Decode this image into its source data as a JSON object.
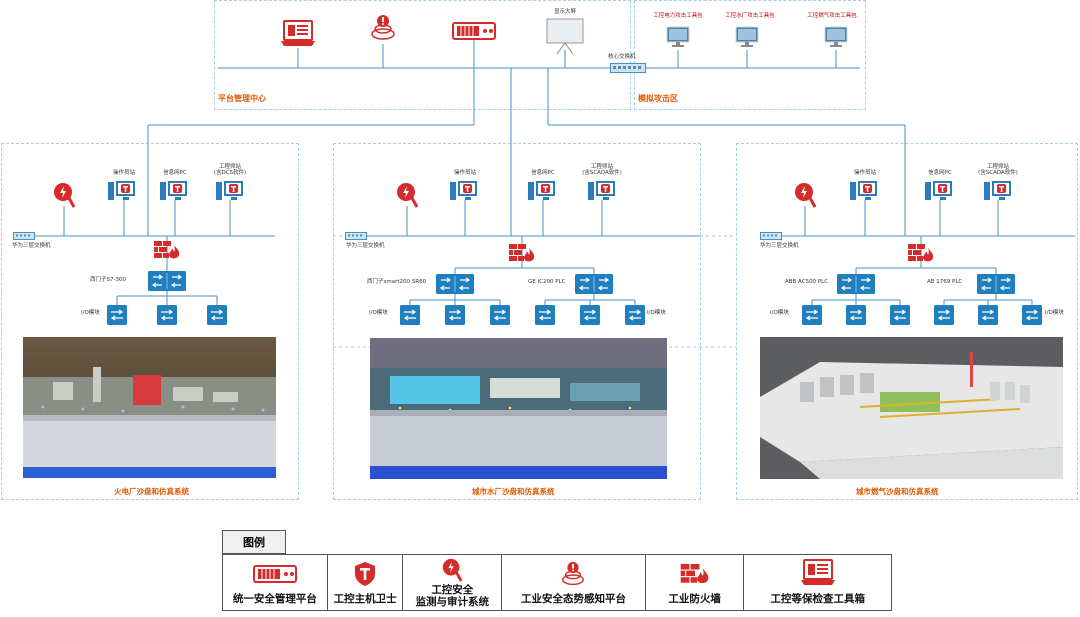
{
  "top": {
    "platform_label": "平台管理中心",
    "attack_label": "模拟攻击区",
    "display_screen": "显示大屏",
    "core_switch": "核心交换机",
    "attack_tools": [
      "工控电力攻击工具包",
      "工控水厂攻击工具包",
      "工控燃气攻击工具包"
    ]
  },
  "plants": [
    {
      "title": "火电厂沙盘和仿真系统",
      "switch": "华为三层交换机",
      "devices": [
        "操作员站",
        "信息网PC",
        "工程师站\n(含DCS软件)"
      ],
      "plc": "西门子S7-300",
      "io": "I/O模块"
    },
    {
      "title": "城市水厂沙盘和仿真系统",
      "switch": "华为三层交换机",
      "devices": [
        "操作员站",
        "信息网PC",
        "工程师站\n(含SCADA软件)"
      ],
      "plc_left": "西门子smart200 SR60",
      "plc_right": "GE IC200 PLC",
      "io_left": "I/O模块",
      "io_right": "I/O模块"
    },
    {
      "title": "城市燃气沙盘和仿真系统",
      "switch": "华为三层交换机",
      "devices": [
        "操作员站",
        "信息网PC",
        "工程师站\n(含SCADA软件)"
      ],
      "plc_left": "ABB AC500 PLC",
      "plc_right": "AB 1769 PLC",
      "io_left": "I/O模块",
      "io_right": "I/O模块"
    }
  ],
  "legend": {
    "title": "图例",
    "items": [
      "统一安全管理平台",
      "工控主机卫士",
      "工控安全\n监测与审计系统",
      "工业安全态势感知平台",
      "工业防火墙",
      "工控等保检查工具箱"
    ]
  },
  "colors": {
    "line": "#4a8fc4",
    "accent": "#d62b2b",
    "label": "#e05a00",
    "plc": "#1f7fbf"
  }
}
